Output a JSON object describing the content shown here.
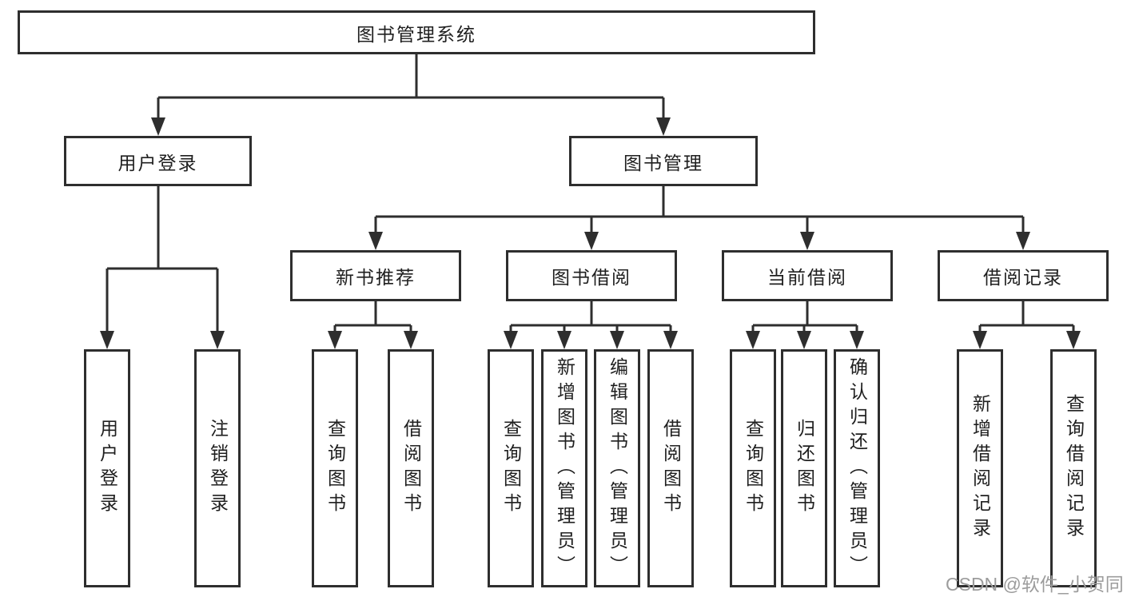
{
  "tree": {
    "root": {
      "label": "图书管理系统"
    },
    "branches": [
      {
        "label": "用户登录",
        "leaves": [
          {
            "label": "用户登录"
          },
          {
            "label": "注销登录"
          }
        ]
      },
      {
        "label": "图书管理",
        "groups": [
          {
            "label": "新书推荐",
            "leaves": [
              {
                "label": "查询图书"
              },
              {
                "label": "借阅图书"
              }
            ]
          },
          {
            "label": "图书借阅",
            "leaves": [
              {
                "label": "查询图书"
              },
              {
                "label": "新增图书（管理员）"
              },
              {
                "label": "编辑图书（管理员）"
              },
              {
                "label": "借阅图书"
              }
            ]
          },
          {
            "label": "当前借阅",
            "leaves": [
              {
                "label": "查询图书"
              },
              {
                "label": "归还图书"
              },
              {
                "label": "确认归还（管理员）"
              }
            ]
          },
          {
            "label": "借阅记录",
            "leaves": [
              {
                "label": "新增借阅记录"
              },
              {
                "label": "查询借阅记录"
              }
            ]
          }
        ]
      }
    ]
  },
  "watermark": "CSDN @软件_小贺同学",
  "colors": {
    "line_color": "#2e2e2e",
    "box_fill": "#ffffff",
    "text_color": "#1f1f1f",
    "watermark_color": "#9c9c9c",
    "bg_color": "#ffffff"
  }
}
